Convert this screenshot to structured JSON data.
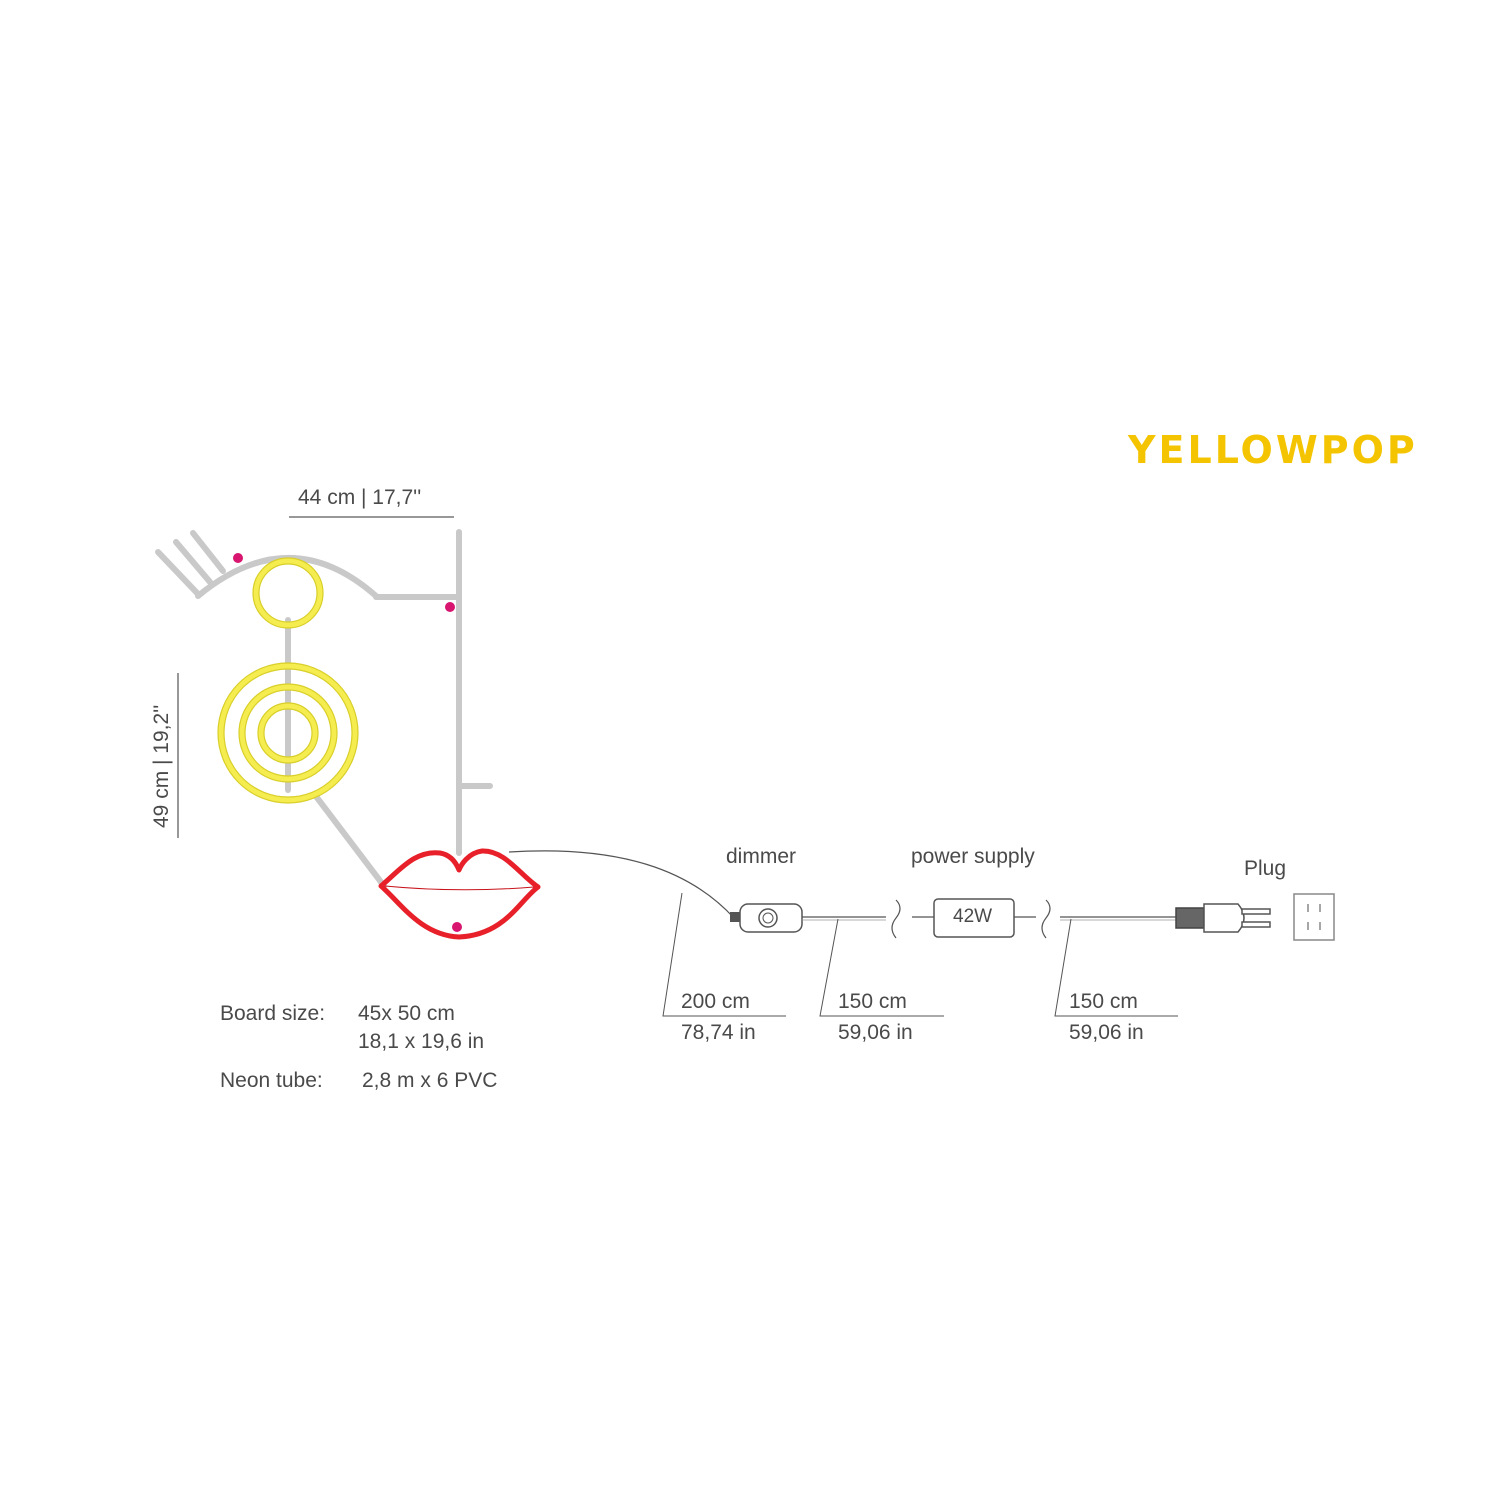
{
  "brand": {
    "name": "YELLOWPOP",
    "color": "#f4c400"
  },
  "dimensions": {
    "width_label": "44 cm  |  17,7''",
    "height_label": "49 cm  |  19,2''"
  },
  "specs": {
    "board_label": "Board size:",
    "board_value_cm": "45x 50 cm",
    "board_value_in": "18,1 x 19,6 in",
    "tube_label": "Neon tube:",
    "tube_value": "2,8 m x 6 PVC"
  },
  "components": {
    "dimmer": "dimmer",
    "power_supply": "power supply",
    "power_rating": "42W",
    "plug": "Plug"
  },
  "cables": [
    {
      "cm": "200 cm",
      "in": "78,74 in"
    },
    {
      "cm": "150 cm",
      "in": "59,06 in"
    },
    {
      "cm": "150 cm",
      "in": "59,06 in"
    }
  ],
  "colors": {
    "neon_yellow": "#f5ec4f",
    "neon_red": "#e8202a",
    "mount_dot": "#d8156f",
    "frame_grey": "#c8c8c8"
  }
}
